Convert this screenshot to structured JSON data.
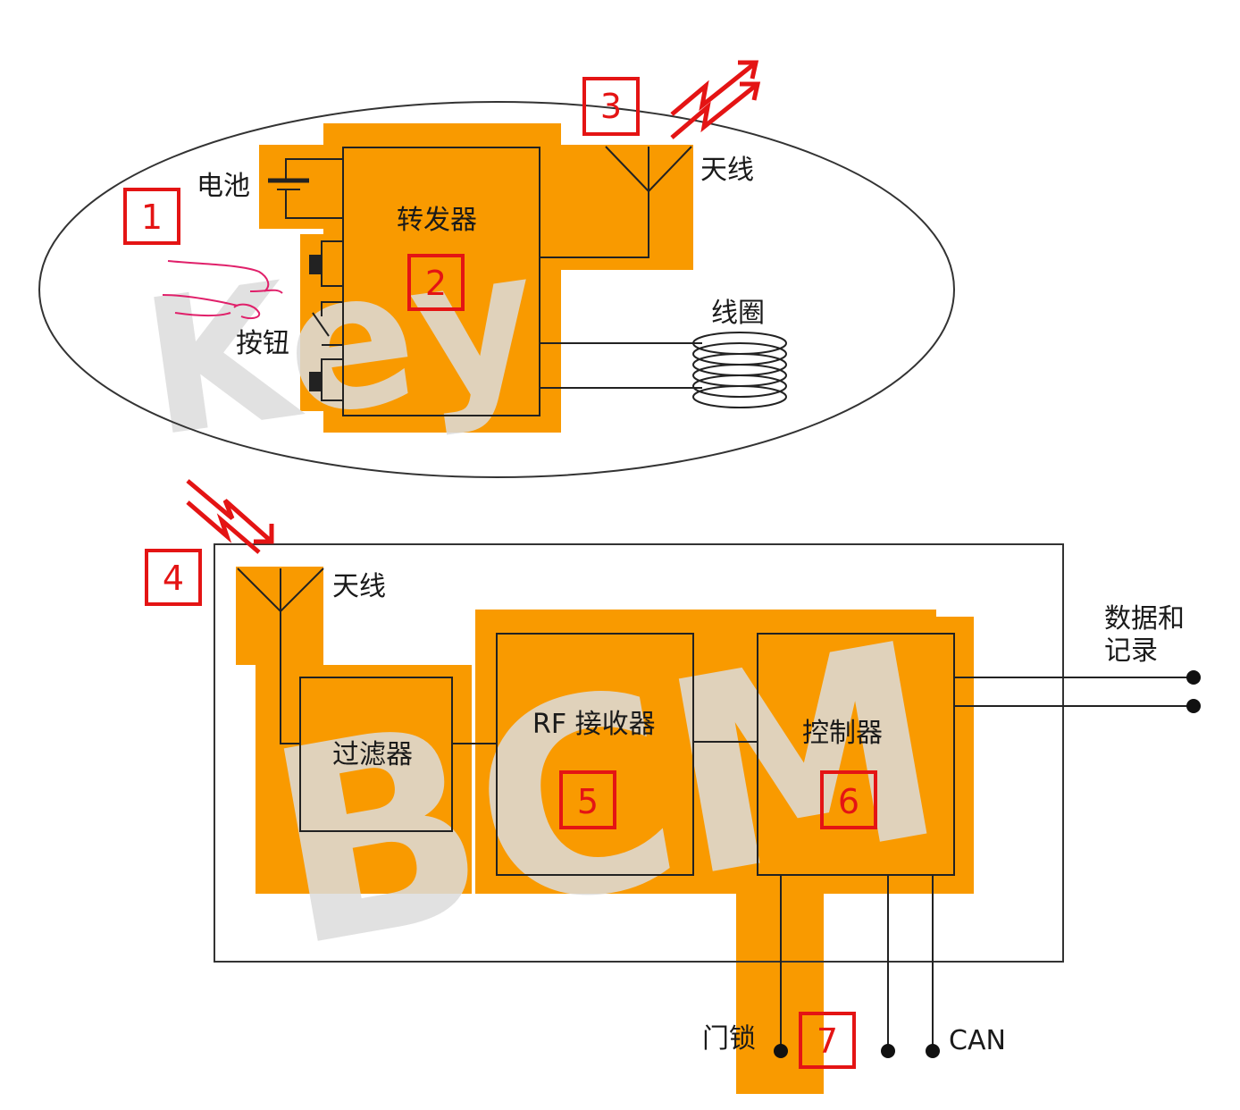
{
  "fob": {
    "battery_label": "电池",
    "transponder_label": "转发器",
    "antenna_label": "天线",
    "coil_label": "线圈",
    "button_label": "按钮",
    "watermark": "Key"
  },
  "bcm": {
    "antenna_label": "天线",
    "filter_label": "过滤器",
    "rf_receiver_label": "RF 接收器",
    "controller_label": "控制器",
    "data_log_label_line1": "数据和",
    "data_log_label_line2": "记录",
    "door_lock_label": "门锁",
    "can_label": "CAN",
    "watermark": "BCM"
  },
  "markers": [
    "1",
    "2",
    "3",
    "4",
    "5",
    "6",
    "7"
  ],
  "colors": {
    "orange": "#f99a00",
    "marker_red": "#e41414",
    "line": "#222222"
  }
}
